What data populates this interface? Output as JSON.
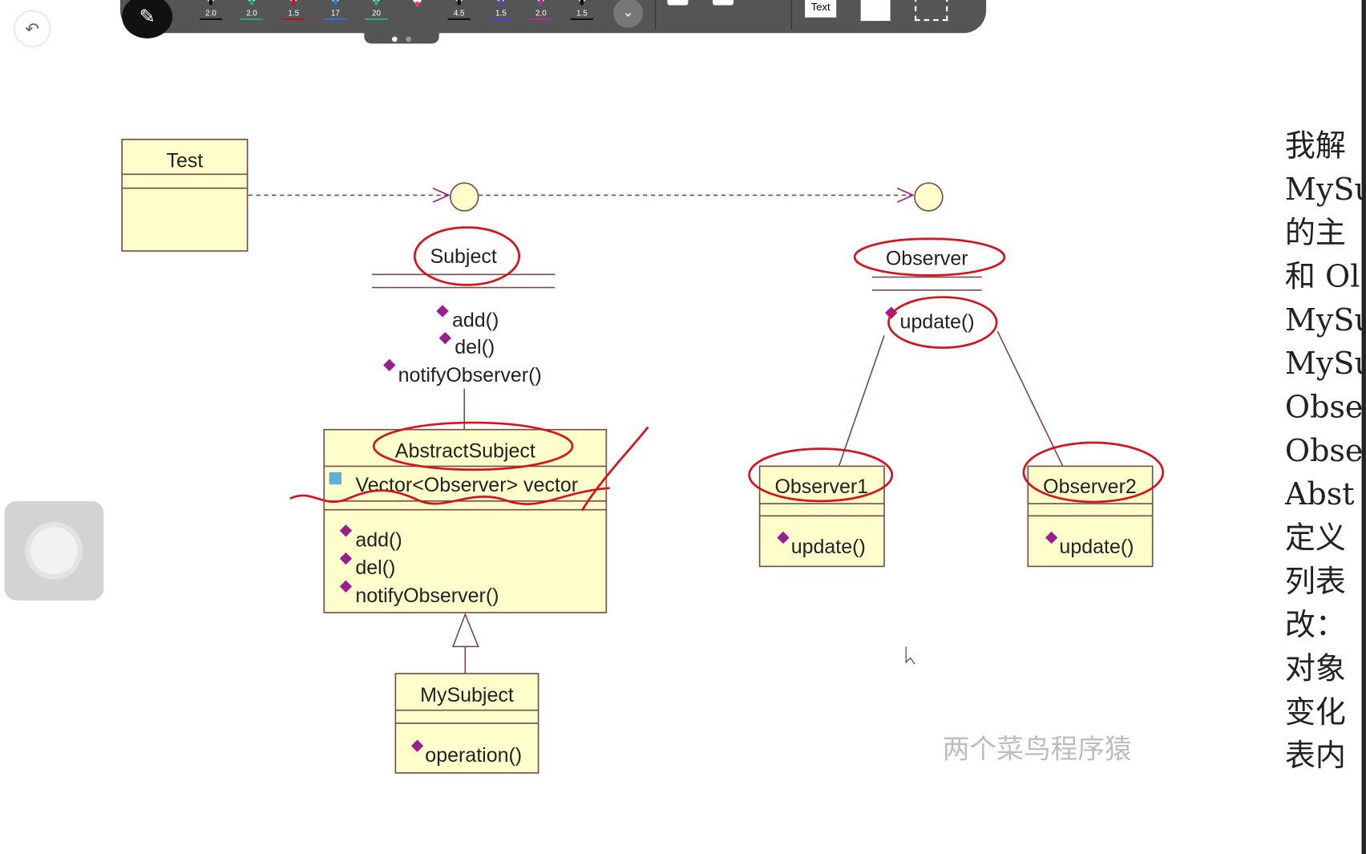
{
  "toolbar": {
    "pens": [
      {
        "size": "2.0",
        "color": "#111111"
      },
      {
        "size": "2.0",
        "color": "#1aa873"
      },
      {
        "size": "1.5",
        "color": "#c0121c"
      },
      {
        "size": "17",
        "color": "#2a6fdc"
      },
      {
        "size": "20",
        "color": "#22b07a"
      },
      {
        "size": "",
        "color": "#e8336f"
      },
      {
        "size": "4.5",
        "color": "#111111"
      },
      {
        "size": "1.5",
        "color": "#5a3fd0"
      },
      {
        "size": "2.0",
        "color": "#b0289e"
      },
      {
        "size": "1.5",
        "color": "#111111"
      }
    ],
    "text_tool": "Text"
  },
  "diagram": {
    "test": "Test",
    "subject": {
      "name": "Subject",
      "methods": [
        "add()",
        "del()",
        "notifyObserver()"
      ]
    },
    "abstract_subject": {
      "name": "AbstractSubject",
      "attribute": "Vector<Observer> vector",
      "methods": [
        "add()",
        "del()",
        "notifyObserver()"
      ]
    },
    "my_subject": {
      "name": "MySubject",
      "methods": [
        "operation()"
      ]
    },
    "observer": {
      "name": "Observer",
      "methods": [
        "update()"
      ]
    },
    "observer1": {
      "name": "Observer1",
      "methods": [
        "update()"
      ]
    },
    "observer2": {
      "name": "Observer2",
      "methods": [
        "update()"
      ]
    }
  },
  "watermark": "两个菜鸟程序猿",
  "side_text": [
    "我解",
    "MySul",
    "的主",
    "和 Ol",
    "MySul",
    "MySul",
    "Obse",
    "Obse",
    "Abst",
    "定义",
    "列表",
    "改：",
    "对象",
    "变化",
    "表内"
  ],
  "colors": {
    "annotation": "#d4141e",
    "uml_fill": "#ffffcc",
    "method_icon": "#9b1e8f"
  }
}
